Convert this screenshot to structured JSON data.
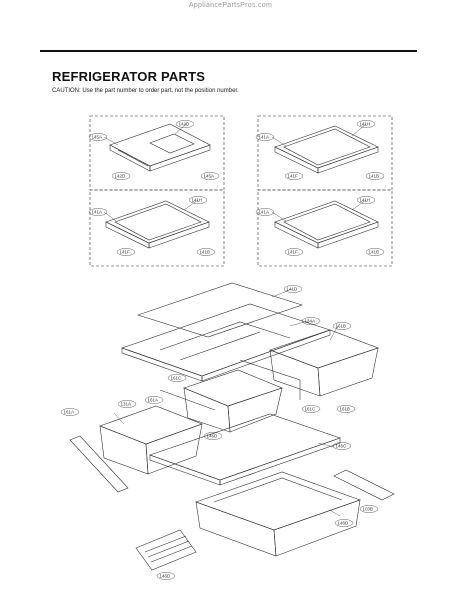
{
  "watermark": "AppliancePartsPros.com",
  "title": "REFRIGERATOR PARTS",
  "caution": "CAUTION: Use the part number to order part, not the position number.",
  "colors": {
    "ink": "#111111",
    "line": "#333333",
    "watermark": "#9a9a9a"
  },
  "callouts": {
    "p1": {
      "left": "145A",
      "top": "142D",
      "b1": "142D",
      "b2": "145A"
    },
    "p2": {
      "left": "141A",
      "top": "141H",
      "b1": "141F",
      "b2": "141B"
    },
    "p3": {
      "left": "141A",
      "top": "141H",
      "b1": "141F",
      "b2": "141B"
    },
    "p4": {
      "left": "141A",
      "top": "141H",
      "b1": "141F",
      "b2": "141B"
    },
    "lower": {
      "a": "141D",
      "b": "134A",
      "c": "161B",
      "d": "161C",
      "e": "161C",
      "f": "161B",
      "g": "131A",
      "h": "161A",
      "i": "146C",
      "j": "161A",
      "k": "146D",
      "l": "103B",
      "m": "146D",
      "n": "146D"
    }
  }
}
